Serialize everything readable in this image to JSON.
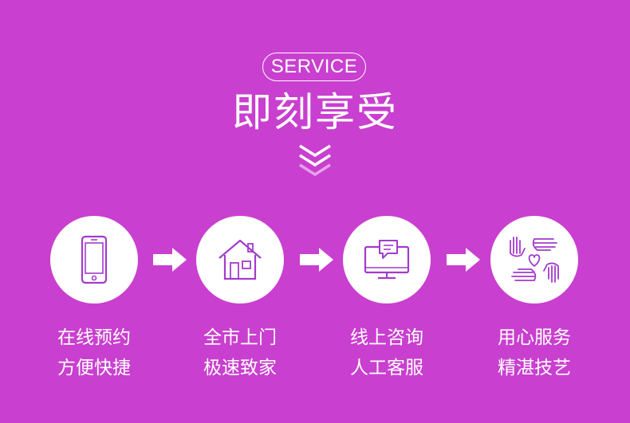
{
  "header": {
    "badge": "SERVICE",
    "title": "即刻享受"
  },
  "colors": {
    "background": "#c93fcf",
    "icon_stroke": "#a33bcc",
    "foreground": "#ffffff"
  },
  "steps": [
    {
      "icon": "smartphone-icon",
      "line1": "在线预约",
      "line2": "方便快捷"
    },
    {
      "icon": "house-icon",
      "line1": "全市上门",
      "line2": "极速致家"
    },
    {
      "icon": "monitor-chat-icon",
      "line1": "线上咨询",
      "line2": "人工客服"
    },
    {
      "icon": "hands-heart-icon",
      "line1": "用心服务",
      "line2": "精湛技艺"
    }
  ]
}
